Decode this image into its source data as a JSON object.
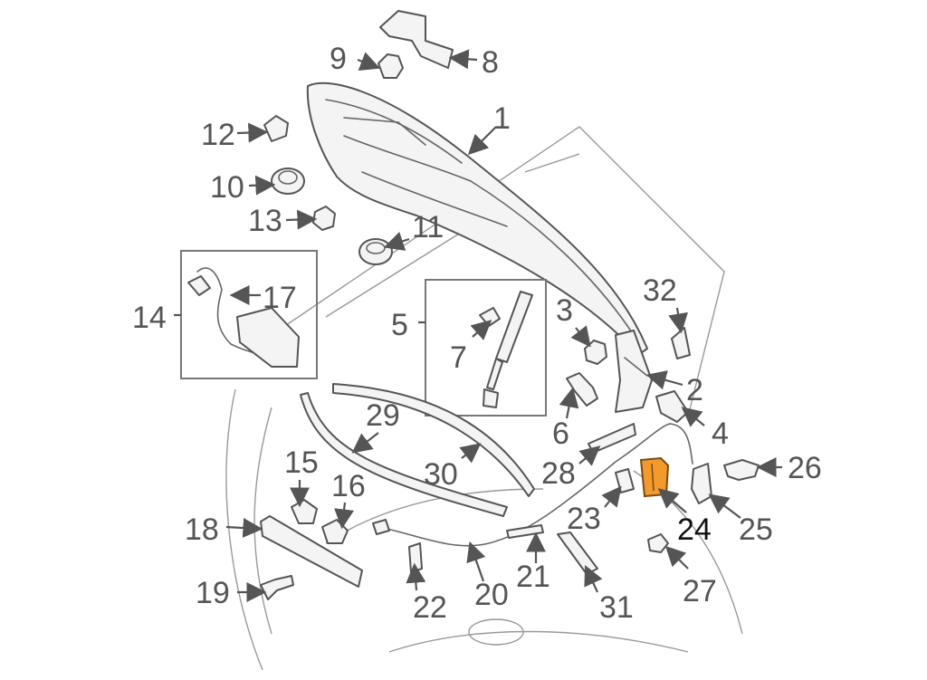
{
  "diagram": {
    "highlight_color": "#f29a2e",
    "highlighted_part": "24",
    "labels": {
      "p1": "1",
      "p2": "2",
      "p3": "3",
      "p4": "4",
      "p5": "5",
      "p6": "6",
      "p7": "7",
      "p8": "8",
      "p9": "9",
      "p10": "10",
      "p11": "11",
      "p12": "12",
      "p13": "13",
      "p14": "14",
      "p15": "15",
      "p16": "16",
      "p17": "17",
      "p18": "18",
      "p19": "19",
      "p20": "20",
      "p21": "21",
      "p22": "22",
      "p23": "23",
      "p24": "24",
      "p25": "25",
      "p26": "26",
      "p27": "27",
      "p28": "28",
      "p29": "29",
      "p30": "30",
      "p31": "31",
      "p32": "32"
    }
  }
}
